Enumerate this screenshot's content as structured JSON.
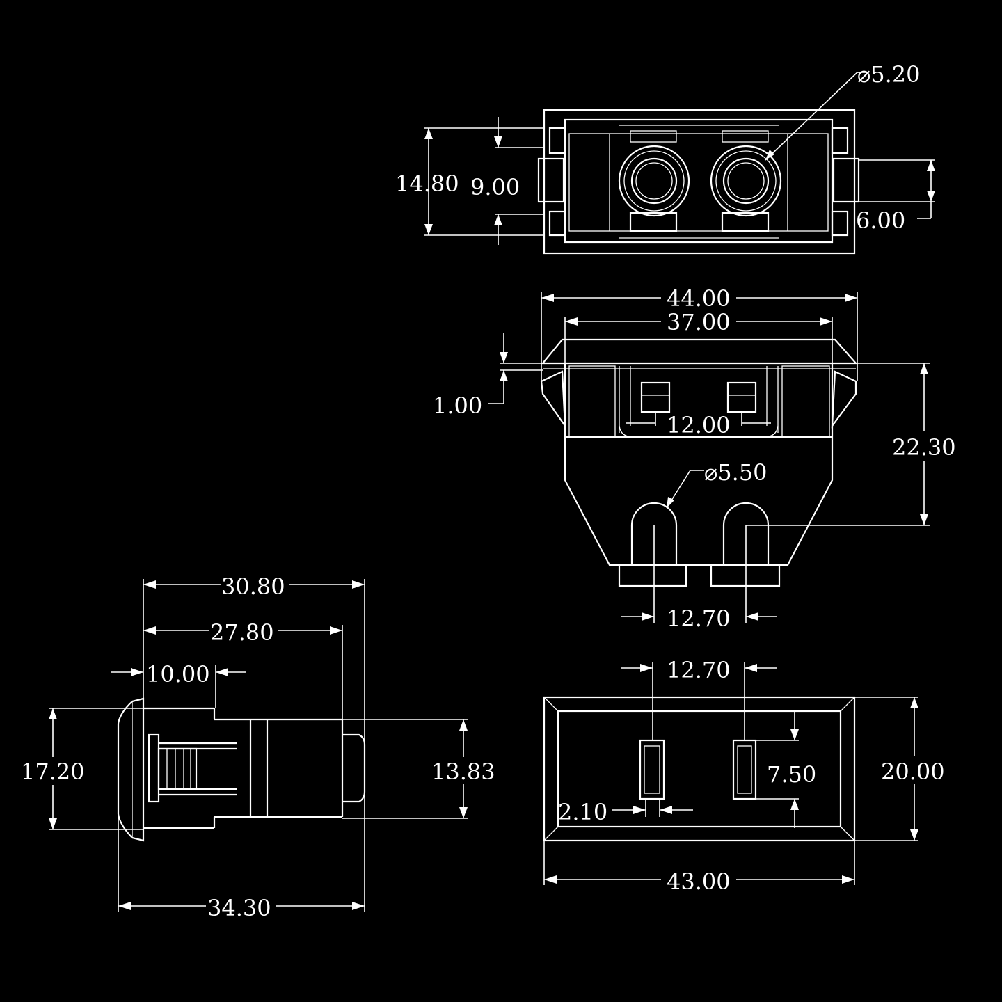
{
  "colors": {
    "background": "#000000",
    "line": "#ffffff"
  },
  "views": {
    "top": {
      "dia_hole": "⌀5.20",
      "height_overall": "14.80",
      "height_inner": "9.00",
      "tab_width": "6.00"
    },
    "front": {
      "width_flange": "44.00",
      "width_body": "37.00",
      "flange_thickness": "1.00",
      "contact_gap": "12.00",
      "height": "22.30",
      "dia_pin": "⌀5.50",
      "pin_pitch": "12.70"
    },
    "side": {
      "length_overall": "30.80",
      "length_body": "27.80",
      "shoulder": "10.00",
      "height_flange": "17.20",
      "height_body": "13.83",
      "length_total": "34.30"
    },
    "bottom": {
      "pin_pitch": "12.70",
      "slot_length": "7.50",
      "height": "20.00",
      "slot_width": "2.10",
      "width": "43.00"
    }
  }
}
